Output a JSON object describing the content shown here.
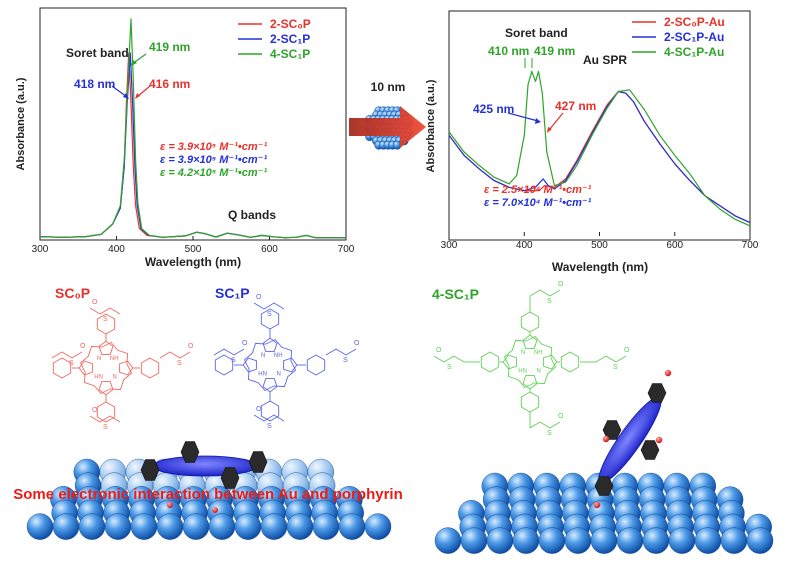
{
  "colors": {
    "red": "#e8312a",
    "blue": "#2431d8",
    "green": "#2ea42a",
    "dark": "#222222",
    "sphere": "#3d8fe0",
    "lightred": "#f06a60",
    "lightblue": "#5a66e8",
    "lightgreen": "#5fd255"
  },
  "chart_data": [
    {
      "type": "line",
      "xlabel": "Wavelength (nm)",
      "ylabel": "Absorbance (a.u.)",
      "xlim": [
        300,
        700
      ],
      "xticks": [
        300,
        400,
        500,
        600,
        700
      ],
      "yticks": false,
      "legend_position": "top-right",
      "series": [
        {
          "name": "2-SC₀P",
          "color": "#e8312a",
          "x": [
            300,
            330,
            360,
            380,
            395,
            405,
            410,
            413,
            416,
            419,
            422,
            425,
            430,
            440,
            460,
            490,
            505,
            515,
            530,
            545,
            560,
            575,
            590,
            605,
            620,
            635,
            648,
            660,
            700
          ],
          "y": [
            0.015,
            0.012,
            0.015,
            0.025,
            0.07,
            0.14,
            0.32,
            0.6,
            0.82,
            0.6,
            0.32,
            0.15,
            0.05,
            0.02,
            0.012,
            0.018,
            0.034,
            0.028,
            0.013,
            0.03,
            0.022,
            0.012,
            0.02,
            0.014,
            0.01,
            0.012,
            0.02,
            0.01,
            0.01
          ]
        },
        {
          "name": "2-SC₁P",
          "color": "#2431d8",
          "x": [
            300,
            330,
            360,
            380,
            395,
            405,
            410,
            414,
            418,
            421,
            424,
            427,
            432,
            442,
            460,
            490,
            505,
            515,
            530,
            545,
            560,
            575,
            590,
            605,
            620,
            635,
            648,
            660,
            700
          ],
          "y": [
            0.015,
            0.012,
            0.015,
            0.025,
            0.07,
            0.14,
            0.32,
            0.6,
            0.82,
            0.6,
            0.32,
            0.15,
            0.05,
            0.02,
            0.012,
            0.018,
            0.034,
            0.028,
            0.013,
            0.03,
            0.022,
            0.012,
            0.02,
            0.014,
            0.01,
            0.012,
            0.02,
            0.01,
            0.01
          ]
        },
        {
          "name": "4-SC₁P",
          "color": "#2ea42a",
          "x": [
            300,
            330,
            360,
            380,
            395,
            405,
            410,
            415,
            419,
            422,
            425,
            428,
            433,
            443,
            460,
            490,
            505,
            515,
            530,
            545,
            560,
            575,
            590,
            605,
            620,
            635,
            648,
            660,
            700
          ],
          "y": [
            0.015,
            0.012,
            0.015,
            0.025,
            0.07,
            0.15,
            0.35,
            0.7,
            0.97,
            0.7,
            0.35,
            0.16,
            0.05,
            0.02,
            0.012,
            0.018,
            0.034,
            0.028,
            0.013,
            0.03,
            0.022,
            0.012,
            0.02,
            0.014,
            0.01,
            0.012,
            0.02,
            0.01,
            0.01
          ]
        }
      ],
      "annotations": {
        "soret": "Soret band",
        "q": "Q bands",
        "p419": "419 nm",
        "p418": "418 nm",
        "p416": "416 nm",
        "eps1": "ε = 3.9×10⁵ M⁻¹•cm⁻¹",
        "eps2": "ε = 3.9×10⁵ M⁻¹•cm⁻¹",
        "eps3": "ε = 4.2×10⁵ M⁻¹•cm⁻¹"
      }
    },
    {
      "type": "line",
      "xlabel": "Wavelength (nm)",
      "ylabel": "Absorbance (a.u.)",
      "xlim": [
        300,
        700
      ],
      "xticks": [
        300,
        400,
        500,
        600,
        700
      ],
      "yticks": false,
      "legend_position": "top-right",
      "series": [
        {
          "name": "2-SC₀P-Au",
          "color": "#e8312a",
          "x": [
            300,
            310,
            320,
            340,
            360,
            380,
            400,
            420,
            427,
            440,
            455,
            470,
            490,
            510,
            525,
            535,
            545,
            560,
            580,
            600,
            620,
            640,
            660,
            680,
            700
          ],
          "y": [
            0.6,
            0.54,
            0.48,
            0.4,
            0.33,
            0.29,
            0.27,
            0.27,
            0.3,
            0.29,
            0.34,
            0.45,
            0.62,
            0.78,
            0.86,
            0.85,
            0.8,
            0.68,
            0.55,
            0.43,
            0.33,
            0.24,
            0.18,
            0.12,
            0.08
          ]
        },
        {
          "name": "2-SC₁P-Au",
          "color": "#2431d8",
          "x": [
            300,
            310,
            320,
            340,
            360,
            380,
            400,
            415,
            425,
            432,
            440,
            455,
            470,
            490,
            510,
            525,
            535,
            545,
            560,
            580,
            600,
            620,
            640,
            660,
            680,
            700
          ],
          "y": [
            0.6,
            0.54,
            0.48,
            0.4,
            0.33,
            0.29,
            0.27,
            0.29,
            0.34,
            0.3,
            0.28,
            0.33,
            0.44,
            0.61,
            0.77,
            0.86,
            0.85,
            0.8,
            0.68,
            0.55,
            0.43,
            0.33,
            0.24,
            0.18,
            0.12,
            0.08
          ]
        },
        {
          "name": "4-SC₁P-Au",
          "color": "#2ea42a",
          "x": [
            300,
            310,
            320,
            340,
            360,
            380,
            390,
            400,
            405,
            410,
            415,
            419,
            424,
            430,
            440,
            455,
            470,
            490,
            510,
            525,
            540,
            560,
            580,
            600,
            620,
            640,
            650,
            660,
            680,
            700
          ],
          "y": [
            0.62,
            0.56,
            0.5,
            0.42,
            0.35,
            0.31,
            0.36,
            0.6,
            0.9,
            0.98,
            0.92,
            0.98,
            0.85,
            0.5,
            0.3,
            0.32,
            0.42,
            0.6,
            0.76,
            0.86,
            0.87,
            0.75,
            0.6,
            0.48,
            0.37,
            0.24,
            0.2,
            0.16,
            0.1,
            0.06
          ]
        }
      ],
      "annotations": {
        "soret": "Soret band",
        "spr": "Au SPR",
        "p410": "410 nm",
        "p419": "419 nm",
        "p425": "425 nm",
        "p427": "427 nm",
        "eps1": "ε = 2.5×10⁴ M⁻¹•cm⁻¹",
        "eps2": "ε = 7.0×10⁴ M⁻¹•cm⁻¹"
      }
    }
  ],
  "center": {
    "np_size": "10 nm"
  },
  "molecules": {
    "sc0p": "SC₀P",
    "sc1p": "SC₁P",
    "sc1p4": "4-SC₁P"
  },
  "bottom": {
    "interaction": "Some electronic interaction between Au and porphyrin"
  }
}
